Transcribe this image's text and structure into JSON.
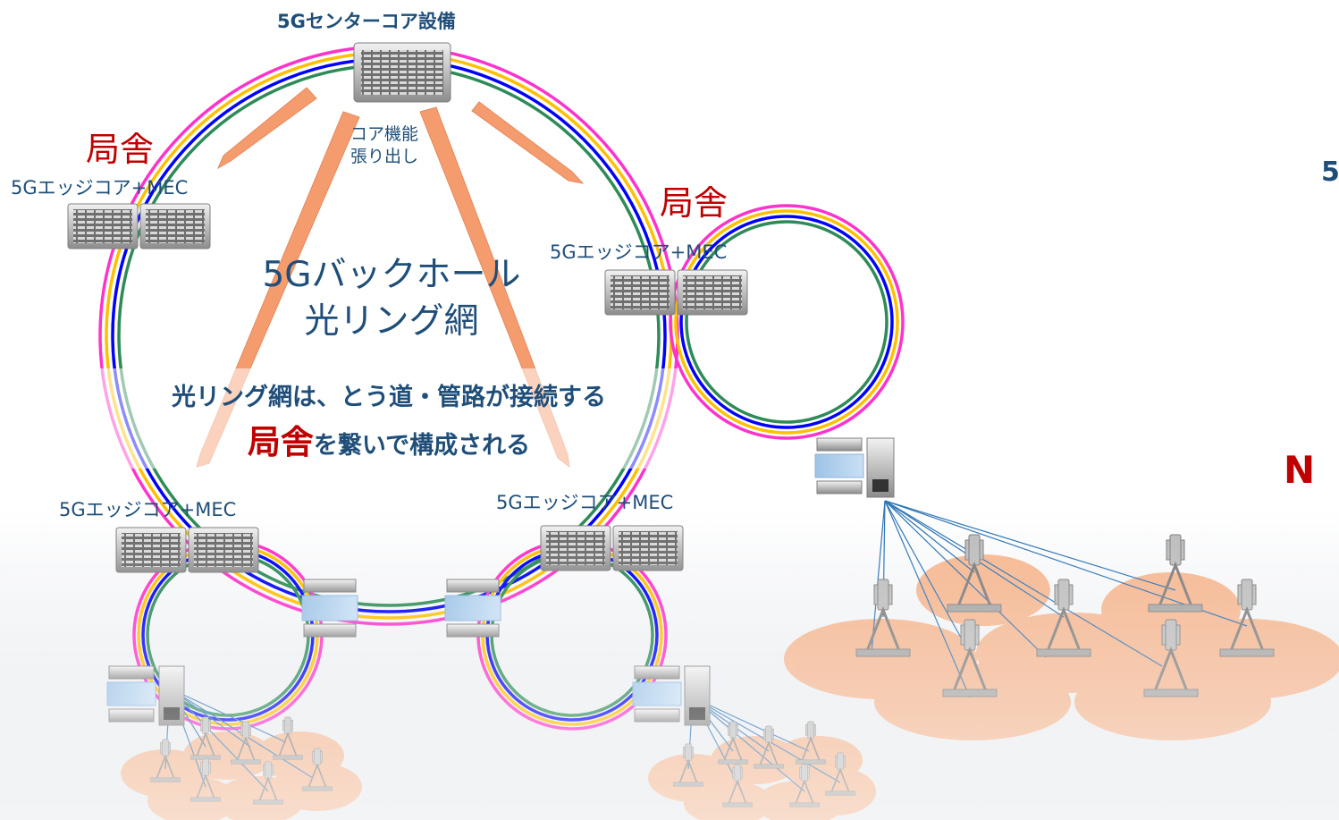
{
  "labels": {
    "core_title": "5Gセンターコア設備",
    "core_function": "コア機能\n張り出し",
    "office_left": "局舎",
    "office_right": "局舎",
    "edge_top_left": "5Gエッジコア+MEC",
    "edge_right": "5Gエッジコア+MEC",
    "edge_bottom_left": "5Gエッジコア+MEC",
    "edge_bottom_right": "5Gエッジコア+MEC",
    "ring_title": "5Gバックホール\n光リング網",
    "caption_line1": "光リング網は、とう道・管路が接続する",
    "caption_red": "局舎",
    "caption_rest": "を繋いで構成される",
    "cut_right_1": "5",
    "cut_right_2": "N"
  },
  "colors": {
    "ring_magenta": "#ff33cc",
    "ring_gold": "#ffc000",
    "ring_blue": "#0000ff",
    "ring_green": "#2e8b57",
    "arrow": "#f4874f",
    "coverage": "#f5a472",
    "link_line": "#2e75b6",
    "label_blue": "#1f4e79",
    "label_red": "#c00000"
  },
  "icons": [
    "server-rack-icon",
    "router-icon",
    "antenna-tower-icon",
    "arrow-icon"
  ]
}
